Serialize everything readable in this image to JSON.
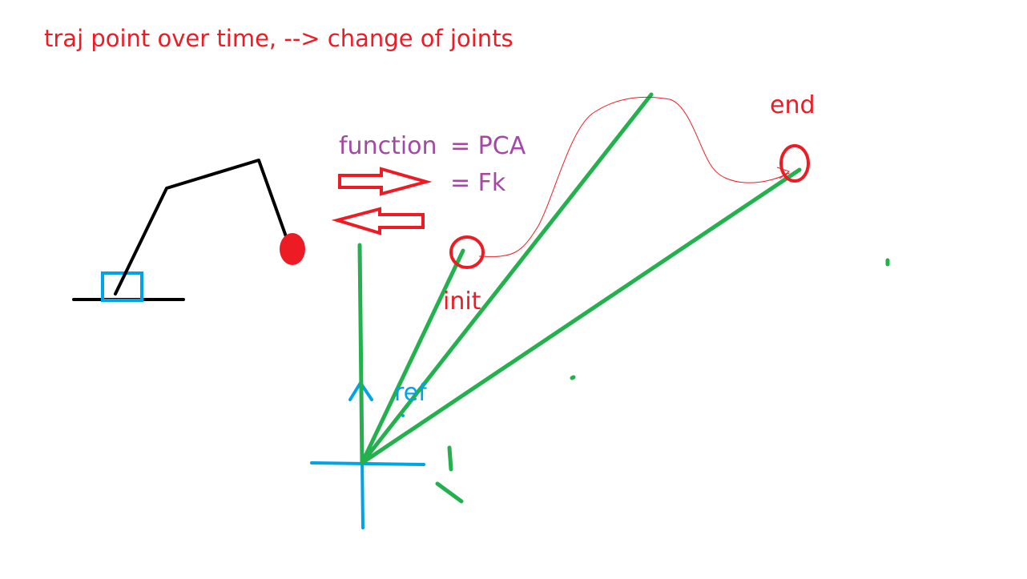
{
  "labels": {
    "title": "traj point over time,   --> change of joints",
    "function_label": "function",
    "pca_label": "= PCA",
    "fk_label": "= Fk",
    "end_label": "end",
    "init_label": "init",
    "ref_label": "ref"
  },
  "colors": {
    "red": "#ed1c24",
    "purple": "#a349a4",
    "green": "#22b14c",
    "blue": "#00a2e8",
    "black": "#000000"
  }
}
